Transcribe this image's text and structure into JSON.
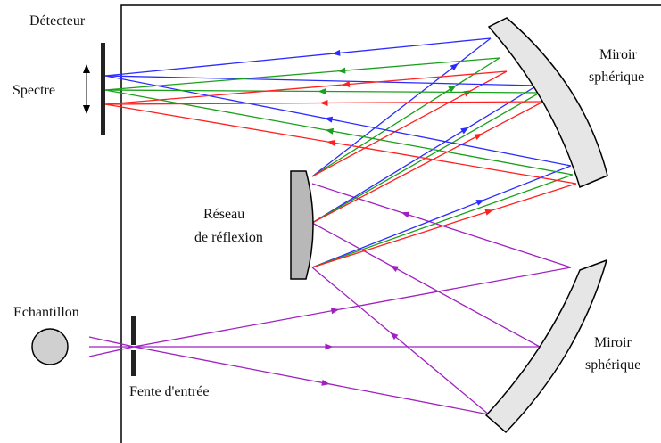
{
  "labels": {
    "detector": "Détecteur",
    "spectrum": "Spectre",
    "sample": "Echantillon",
    "grating_line1": "Réseau",
    "grating_line2": "de réflexion",
    "mirror_top_line1": "Miroir",
    "mirror_top_line2": "sphérique",
    "mirror_bottom_line1": "Miroir",
    "mirror_bottom_line2": "sphérique",
    "slit": "Fente d'entrée"
  },
  "colors": {
    "blue": "#2b2bff",
    "green": "#1aa01a",
    "red": "#ff2020",
    "purple": "#a020c0",
    "mirror_fill": "#e6e6e6",
    "grating_fill": "#b8b8b8",
    "sample_fill": "#d0d0d0",
    "outline": "#000000"
  }
}
